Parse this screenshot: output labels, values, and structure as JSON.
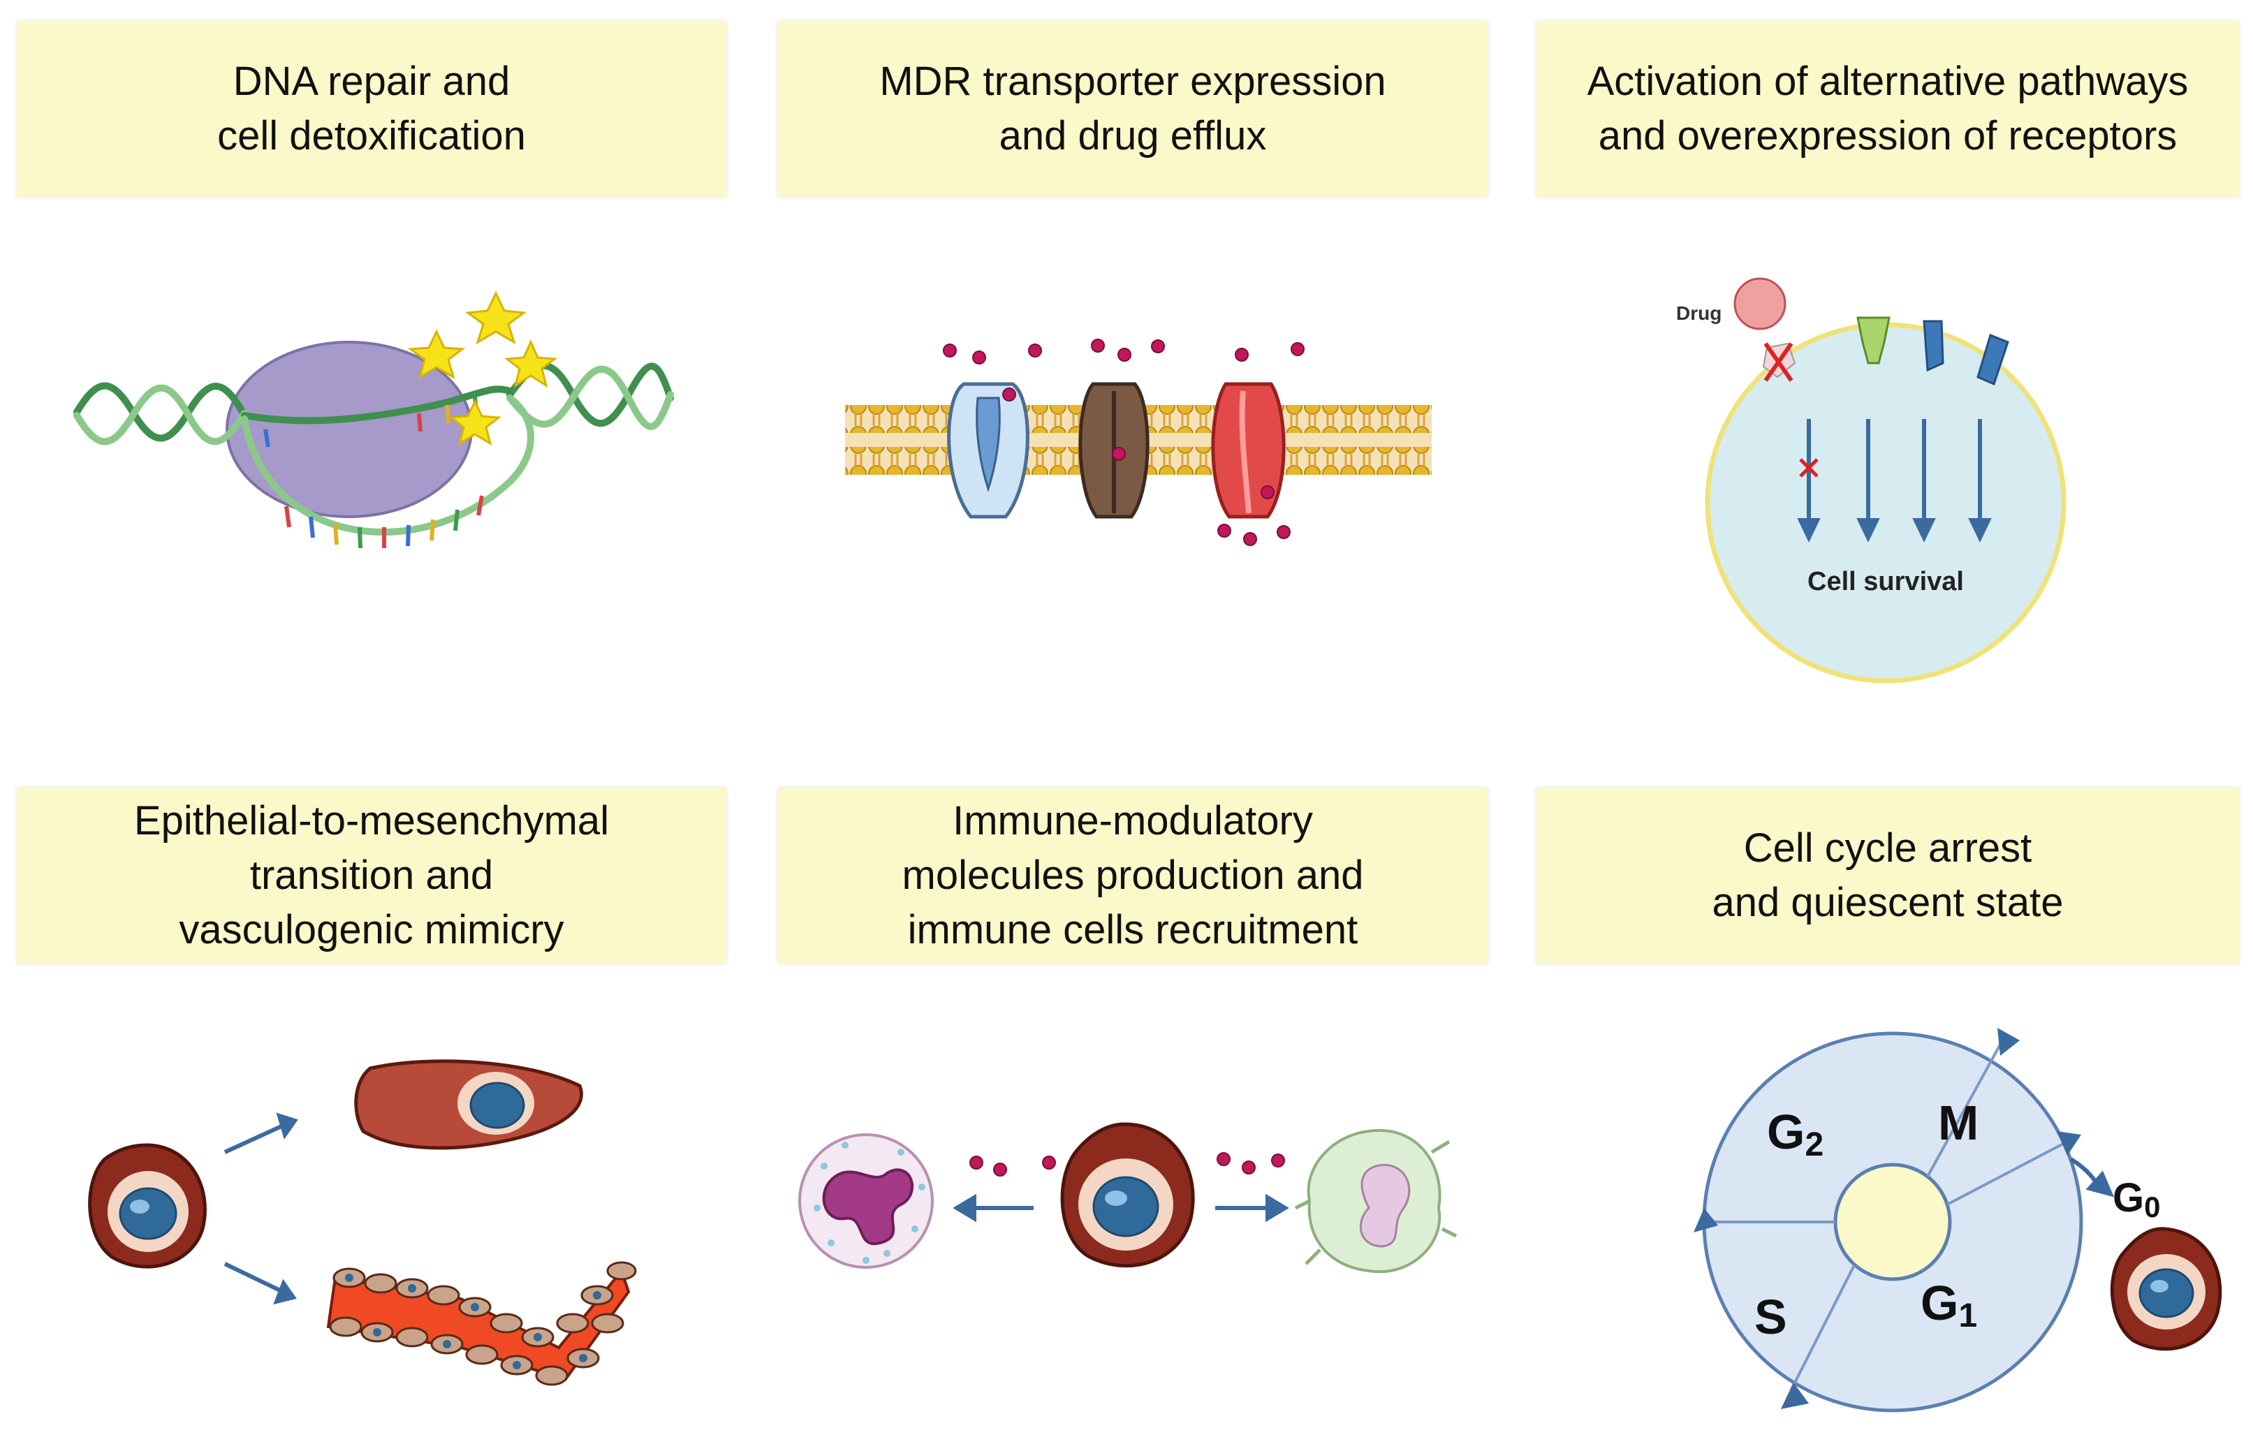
{
  "panels": [
    {
      "title_lines": [
        "DNA repair and",
        "cell detoxification"
      ]
    },
    {
      "title_lines": [
        "MDR transporter expression",
        "and drug efflux"
      ]
    },
    {
      "title_lines": [
        "Activation of alternative pathways",
        "and overexpression of receptors"
      ]
    },
    {
      "title_lines": [
        "Epithelial-to-mesenchymal",
        "transition and",
        "vasculogenic mimicry"
      ]
    },
    {
      "title_lines": [
        "Immune-modulatory",
        "molecules production and",
        "immune cells recruitment"
      ]
    },
    {
      "title_lines": [
        "Cell cycle arrest",
        "and quiescent state"
      ]
    }
  ],
  "receptor_panel": {
    "drug_label": "Drug",
    "survival_label": "Cell survival"
  },
  "cell_cycle": {
    "phases": [
      {
        "label": "G",
        "sub": "2"
      },
      {
        "label": "M",
        "sub": ""
      },
      {
        "label": "S",
        "sub": ""
      },
      {
        "label": "G",
        "sub": "1"
      }
    ],
    "exit": {
      "label": "G",
      "sub": "0"
    }
  },
  "colors": {
    "title_bg": "#fbf8c9",
    "arrow_blue": "#3b6aa0",
    "drug_magenta": "#c2185b",
    "cell_red": "#8c2a1e",
    "nucleus_blue": "#2f6a9a"
  }
}
